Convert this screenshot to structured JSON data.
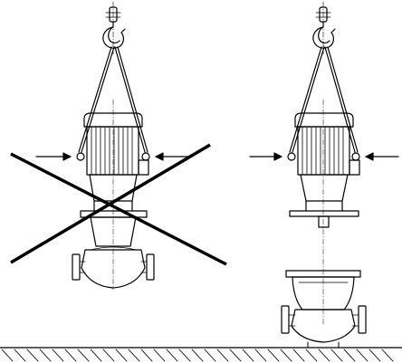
{
  "figure": {
    "icons": {
      "wrong_method": "crossed-out-lifting-illustration",
      "correct_method": "correct-lifting-illustration",
      "hook": "crane-hook-icon",
      "floor": "hatched-floor"
    },
    "colors": {
      "line": "#000000",
      "background": "#ffffff"
    }
  }
}
